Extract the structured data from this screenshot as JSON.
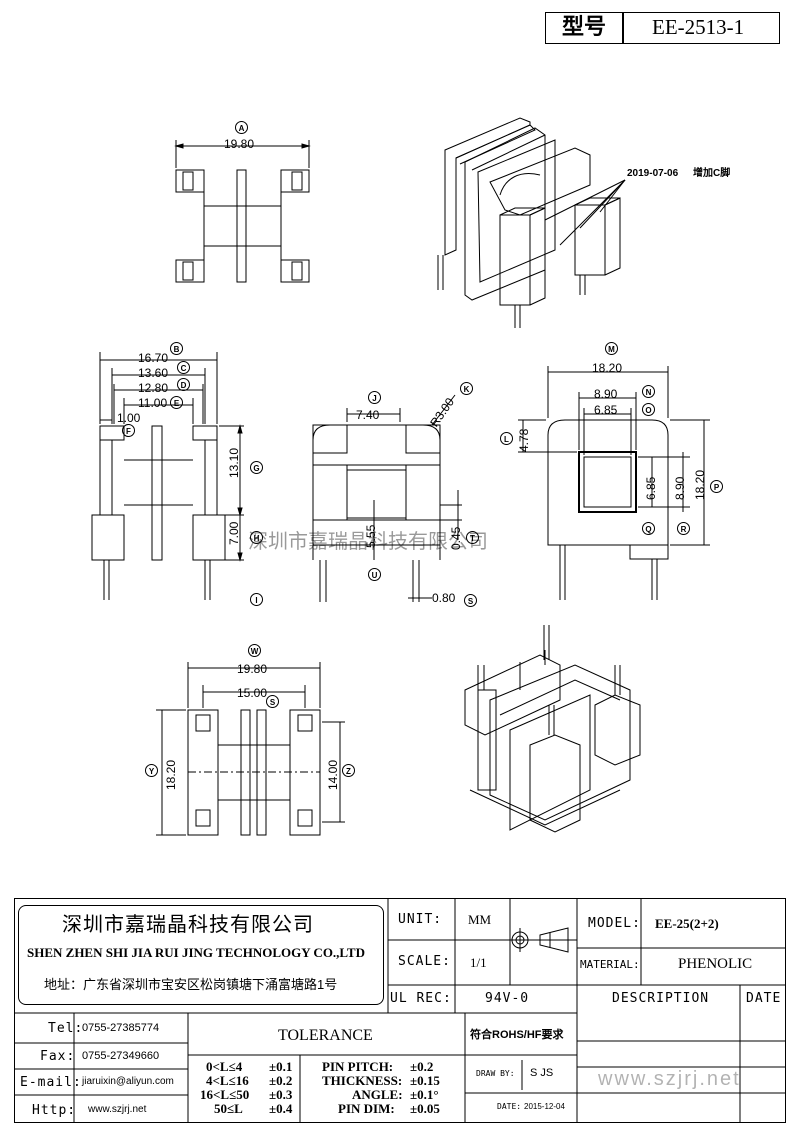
{
  "header": {
    "model_label": "型号",
    "model_value": "EE-2513-1"
  },
  "views": {
    "top": {
      "A": "19.80",
      "label_A": "A"
    },
    "iso_note": {
      "date": "2019-07-06",
      "text": "增加C脚"
    },
    "front": {
      "B": "16.70",
      "C": "13.60",
      "D": "12.80",
      "E": "11.00",
      "F": "1.00",
      "G": "13.10",
      "H": "7.00",
      "labels": [
        "B",
        "C",
        "D",
        "E",
        "F",
        "G",
        "H",
        "I"
      ]
    },
    "side": {
      "J": "7.40",
      "K": "R3.00",
      "S": "5.55",
      "T": "0.45",
      "U": "0.80",
      "labels": [
        "J",
        "K",
        "S",
        "T",
        "U"
      ]
    },
    "end": {
      "M": "18.20",
      "N": "8.90",
      "O": "6.85",
      "L": "4.78",
      "P": "18.20",
      "R": "8.90",
      "Q": "6.85",
      "labels": [
        "M",
        "N",
        "O",
        "L",
        "P",
        "Q",
        "R"
      ]
    },
    "bottom": {
      "W": "19.80",
      "S": "15.00",
      "Y": "18.20",
      "Z": "14.00",
      "labels": [
        "W",
        "S",
        "Y",
        "Z"
      ]
    },
    "watermark": "深圳市嘉瑞晶科技有限公司"
  },
  "title_block": {
    "company_cn": "深圳市嘉瑞晶科技有限公司",
    "company_en": "SHEN ZHEN SHI  JIA RUI JING  TECHNOLOGY CO.,LTD",
    "address": "地址：广东省深圳市宝安区松岗镇塘下涌富塘路1号",
    "unit_label": "UNIT:",
    "unit_value": "MM",
    "scale_label": "SCALE:",
    "scale_value": "1/1",
    "ulrec_label": "UL REC:",
    "ulrec_value": "94V-0",
    "model_label": "MODEL:",
    "model_value": "EE-25(2+2)",
    "material_label": "MATERIAL:",
    "material_value": "PHENOLIC",
    "description_label": "DESCRIPTION",
    "date_label": "DATE",
    "tel_label": "Tel:",
    "tel_value": "0755-27385774",
    "fax_label": "Fax:",
    "fax_value": "0755-27349660",
    "email_label": "E-mail:",
    "email_value": "jiaruixin@aliyun.com",
    "http_label": "Http:",
    "http_value": "www.szjrj.net",
    "tolerance_label": "TOLERANCE",
    "tol_rows": [
      [
        "0<L≤4",
        "±0.1"
      ],
      [
        "4<L≤16",
        "±0.2"
      ],
      [
        "16<L≤50",
        "±0.3"
      ],
      [
        "50≤L",
        "±0.4"
      ]
    ],
    "pin_rows": [
      [
        "PIN PITCH:",
        "±0.2"
      ],
      [
        "THICKNESS:",
        "±0.15"
      ],
      [
        "ANGLE:",
        "±0.1°"
      ],
      [
        "PIN DIM:",
        "±0.05"
      ]
    ],
    "rohs": "符合ROHS/HF要求",
    "drawby_label": "DRAW BY:",
    "drawby_value": "S JS",
    "date2_label": "DATE:",
    "date2_value": "2015-12-04",
    "website_wm": "www.szjrj.net"
  }
}
